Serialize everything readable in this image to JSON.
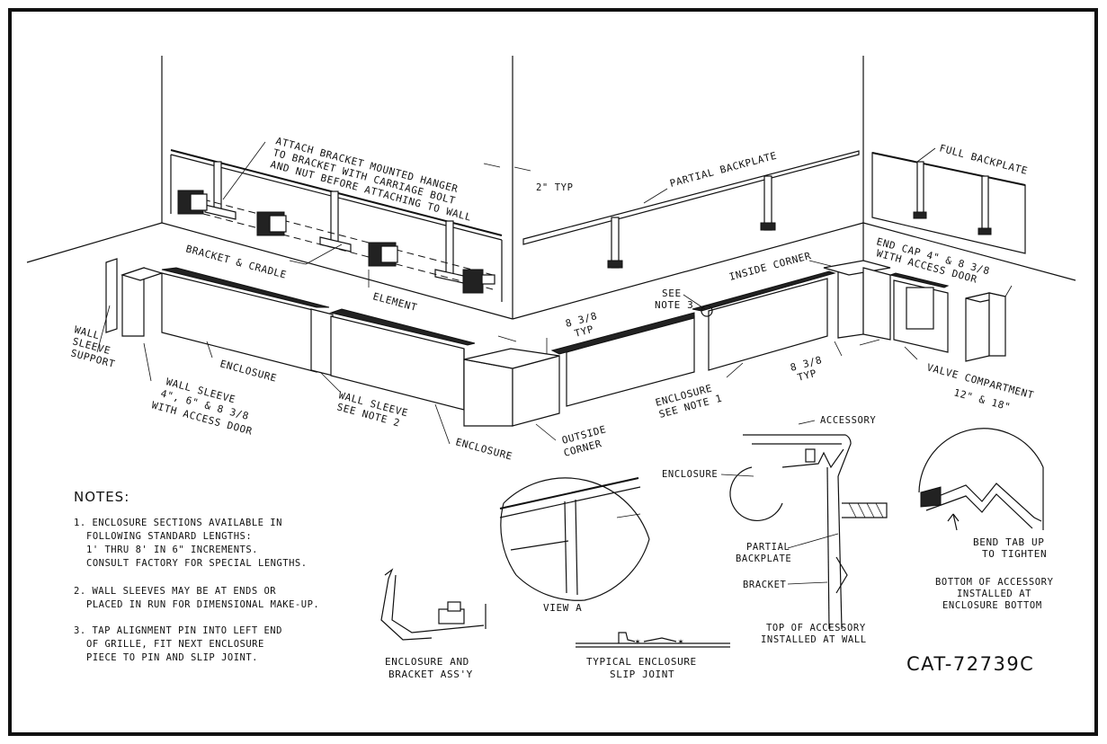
{
  "labels": {
    "attach": [
      "ATTACH BRACKET MOUNTED HANGER",
      "TO BRACKET WITH CARRIAGE BOLT",
      "AND NUT BEFORE ATTACHING TO WALL"
    ],
    "two_typ": "2\" TYP",
    "partial_backplate": "PARTIAL BACKPLATE",
    "full_backplate": "FULL BACKPLATE",
    "bracket_cradle": "BRACKET & CRADLE",
    "element": "ELEMENT",
    "end_cap": [
      "END CAP 4\" & 8 3/8",
      "WITH ACCESS DOOR"
    ],
    "inside_corner": "INSIDE CORNER",
    "see_note3": [
      "SEE",
      "NOTE 3"
    ],
    "eight_typ_left": [
      "8 3/8",
      "TYP"
    ],
    "eight_typ_right": [
      "8 3/8",
      "TYP"
    ],
    "wall_sleeve_support": [
      "WALL",
      "SLEEVE",
      "SUPPORT"
    ],
    "enclosure": "ENCLOSURE",
    "wall_sleeve_left": [
      "WALL SLEEVE",
      "4\", 6\" & 8 3/8",
      "WITH ACCESS DOOR"
    ],
    "wall_sleeve_note2": [
      "WALL SLEEVE",
      "SEE NOTE 2"
    ],
    "enclosure_bottom": "ENCLOSURE",
    "outside_corner": [
      "OUTSIDE",
      "CORNER"
    ],
    "enclosure_note1": [
      "ENCLOSURE",
      "SEE NOTE 1"
    ],
    "valve_compartment": [
      "VALVE COMPARTMENT",
      "12\" & 18\""
    ],
    "accessory": "ACCESSORY",
    "enclosure_detail": "ENCLOSURE",
    "partial_backplate_detail": [
      "PARTIAL",
      "BACKPLATE"
    ],
    "bracket_detail": "BRACKET",
    "bend_tab": [
      "BEND TAB UP",
      "TO TIGHTEN"
    ],
    "top_accessory": [
      "TOP OF ACCESSORY",
      "INSTALLED AT WALL"
    ],
    "bottom_accessory": [
      "BOTTOM OF ACCESSORY",
      "INSTALLED AT",
      "ENCLOSURE BOTTOM"
    ],
    "view_a": "VIEW A",
    "enclosure_bracket": [
      "ENCLOSURE AND",
      "BRACKET ASS'Y"
    ],
    "slip_joint": [
      "TYPICAL ENCLOSURE",
      "SLIP JOINT"
    ],
    "catalog": "CAT-72739C"
  },
  "notes": {
    "title": "NOTES:",
    "items": [
      [
        "1. ENCLOSURE SECTIONS AVAILABLE IN",
        "FOLLOWING STANDARD LENGTHS:",
        "1' THRU 8' IN 6\" INCREMENTS.",
        "CONSULT FACTORY FOR SPECIAL LENGTHS."
      ],
      [
        "2. WALL SLEEVES MAY BE AT ENDS OR",
        "PLACED IN RUN FOR DIMENSIONAL MAKE-UP."
      ],
      [
        "3. TAP ALIGNMENT PIN INTO LEFT END",
        "OF GRILLE, FIT NEXT ENCLOSURE",
        "PIECE TO PIN AND SLIP JOINT."
      ]
    ]
  }
}
